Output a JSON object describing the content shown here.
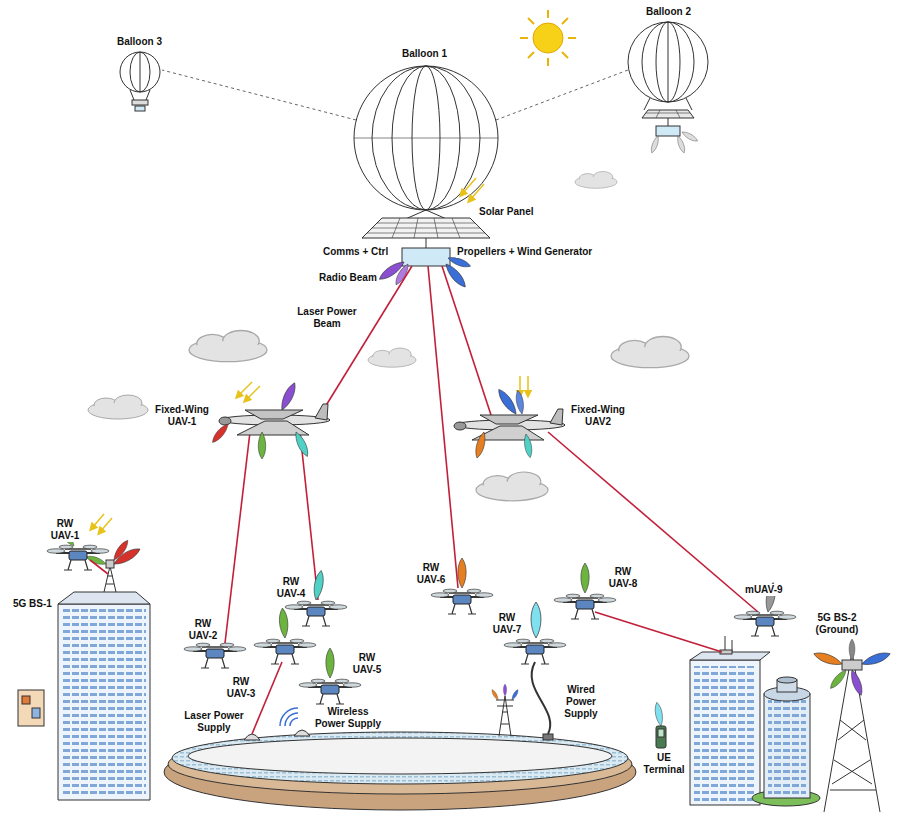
{
  "diagram": {
    "labels": [
      "Balloon 3",
      "Balloon 2",
      "Balloon 1",
      "Solar Panel",
      "Comms + Ctrl",
      "Propellers + Wind Generator",
      "Radio Beam",
      "Laser Power Beam",
      "Fixed-Wing UAV-1",
      "Fixed-Wing UAV2",
      "RW UAV-1",
      "5G BS-1",
      "RW UAV-2",
      "RW UAV-4",
      "RW UAV-3",
      "RW UAV-5",
      "RW UAV-6",
      "RW UAV-7",
      "RW UAV-8",
      "mUAV-9",
      "5G BS-2 (Ground)",
      "Laser Power Supply",
      "Wireless Power Supply",
      "Wired Power Supply",
      "UE Terminal"
    ]
  }
}
